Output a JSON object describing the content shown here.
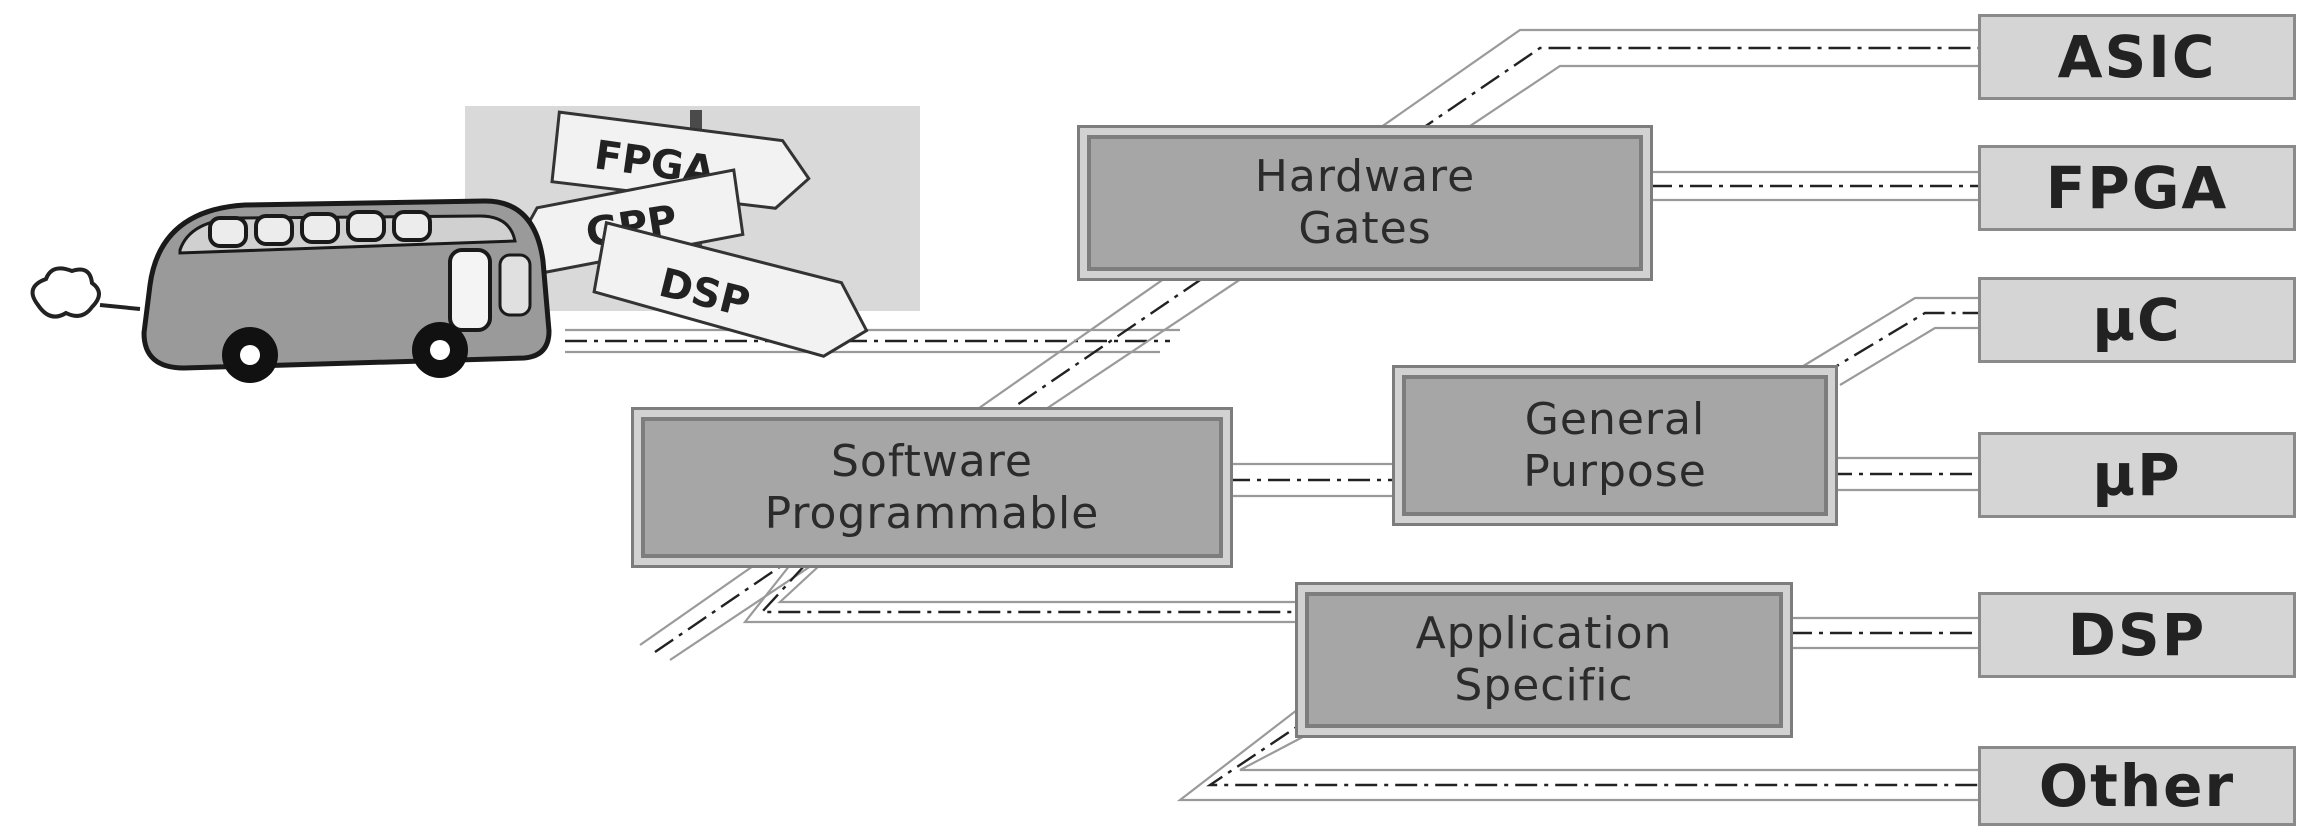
{
  "diagram": {
    "nodes": {
      "hardware_gates": [
        "Hardware",
        "Gates"
      ],
      "software_programmable": [
        "Software",
        "Programmable"
      ],
      "general_purpose": [
        "General",
        "Purpose"
      ],
      "application_specific": [
        "Application",
        "Specific"
      ]
    },
    "endpoints": {
      "asic": "ASIC",
      "fpga": "FPGA",
      "uc": "µC",
      "up": "µP",
      "dsp": "DSP",
      "other": "Other"
    },
    "signpost": {
      "fpga": "FPGA",
      "gpp": "GPP",
      "dsp": "DSP"
    }
  }
}
